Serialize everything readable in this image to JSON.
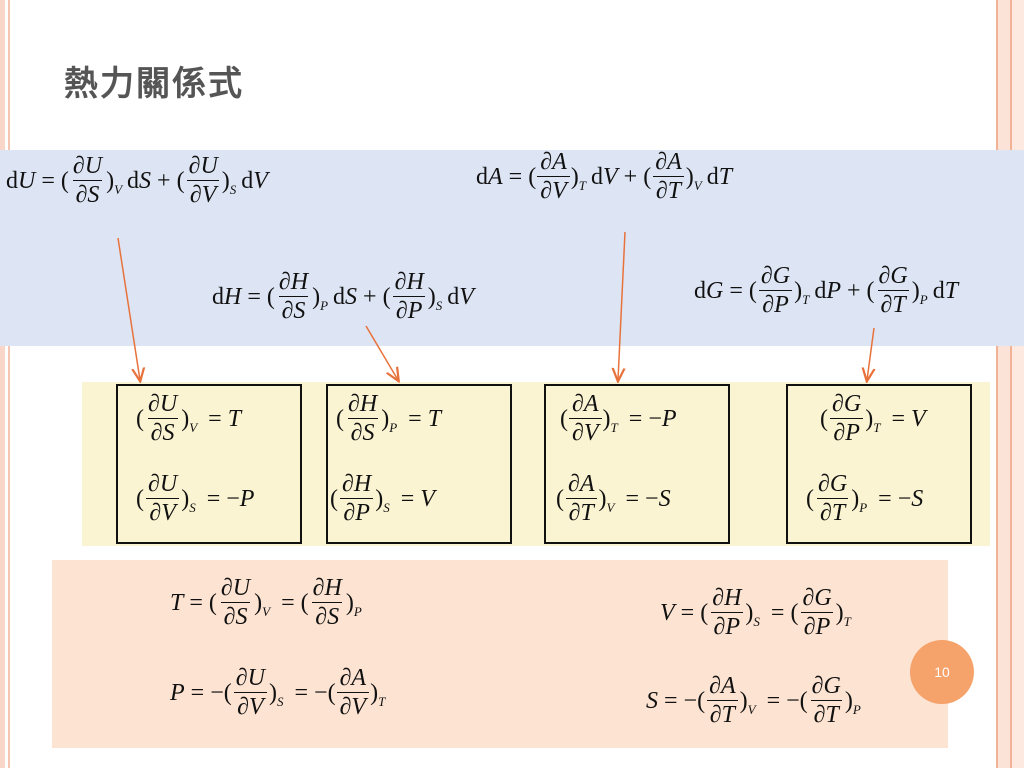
{
  "slide": {
    "title": "熱力關係式",
    "page_number": "10"
  },
  "colors": {
    "band_blue": "#dde5f4",
    "band_yellow": "#fbf4d3",
    "band_peach": "#fde3d2",
    "arrow": "#e8723c",
    "page_circle": "#f6a26b"
  },
  "symbols": {
    "d": "d",
    "partial": "∂",
    "eq": "=",
    "plus": "+",
    "minus": "−",
    "lp": "(",
    "rp": ")",
    "U": "U",
    "H": "H",
    "A": "A",
    "G": "G",
    "S": "S",
    "V": "V",
    "T": "T",
    "P": "P"
  }
}
